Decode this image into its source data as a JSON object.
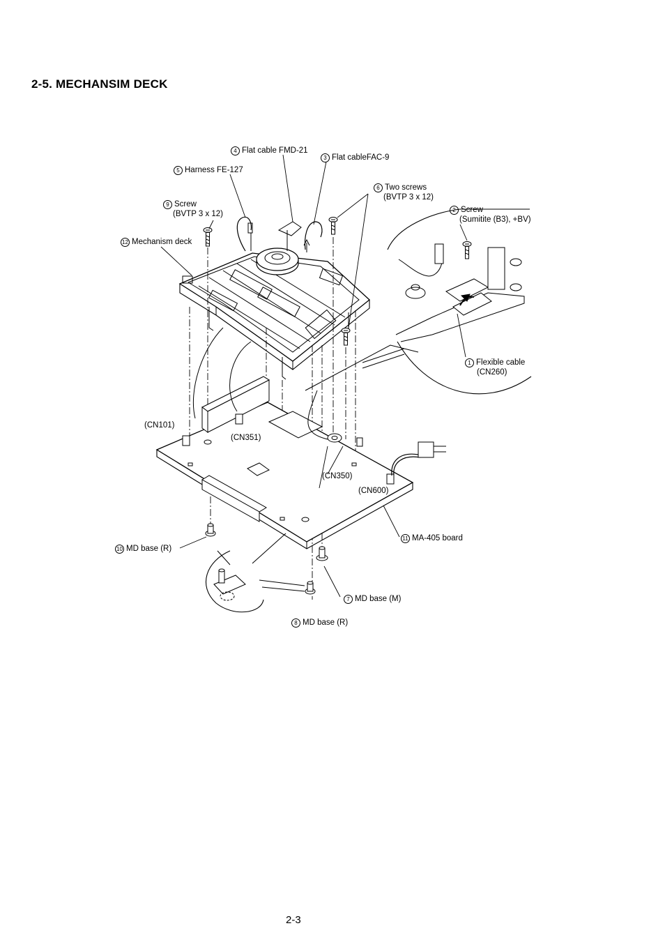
{
  "section_title": "2-5.   MECHANSIM DECK",
  "page_number": "2-3",
  "callouts": {
    "c1": {
      "num": "1",
      "line1": "Flexible cable",
      "line2": "(CN260)"
    },
    "c2": {
      "num": "2",
      "line1": "Screw",
      "line2": "(Sumitite (B3), +BV)"
    },
    "c3": {
      "num": "3",
      "line1": "Flat cableFAC-9"
    },
    "c4": {
      "num": "4",
      "line1": "Flat cable FMD-21"
    },
    "c5": {
      "num": "5",
      "line1": "Harness FE-127"
    },
    "c6": {
      "num": "6",
      "line1": "Two screws",
      "line2": "(BVTP 3 x 12)"
    },
    "c7": {
      "num": "7",
      "line1": "MD base (M)"
    },
    "c8": {
      "num": "8",
      "line1": "MD base (R)"
    },
    "c9": {
      "num": "9",
      "line1": "Screw",
      "line2": "(BVTP 3 x 12)"
    },
    "c10": {
      "num": "10",
      "line1": "MD base (R)"
    },
    "c11": {
      "num": "11",
      "line1": "MA-405 board"
    },
    "c12": {
      "num": "12",
      "line1": "Mechanism deck"
    }
  },
  "connectors": {
    "cn101": "(CN101)",
    "cn351": "(CN351)",
    "cn350": "(CN350)",
    "cn600": "(CN600)"
  }
}
